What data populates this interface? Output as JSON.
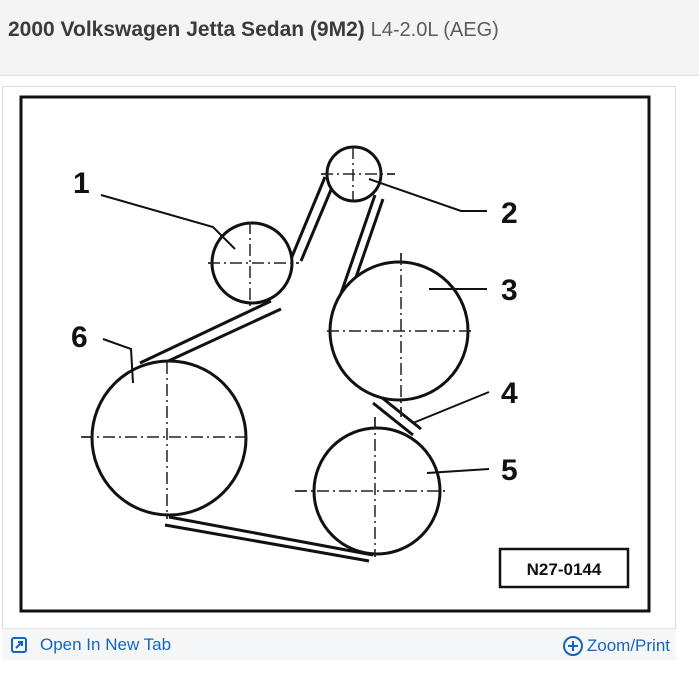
{
  "header": {
    "vehicle_title": "2000 Volkswagen Jetta Sedan (9M2)",
    "engine": "L4-2.0L (AEG)"
  },
  "diagram": {
    "callouts": [
      "1",
      "2",
      "3",
      "4",
      "5",
      "6"
    ],
    "figure_code": "N27-0144"
  },
  "footer": {
    "open_new_tab_label": "Open In New Tab",
    "open_new_tab_icon": "open-new-tab-icon",
    "zoom_print_label": "Zoom/Print",
    "zoom_print_icon": "plus-circle-icon",
    "link_color": "#1565c0"
  }
}
